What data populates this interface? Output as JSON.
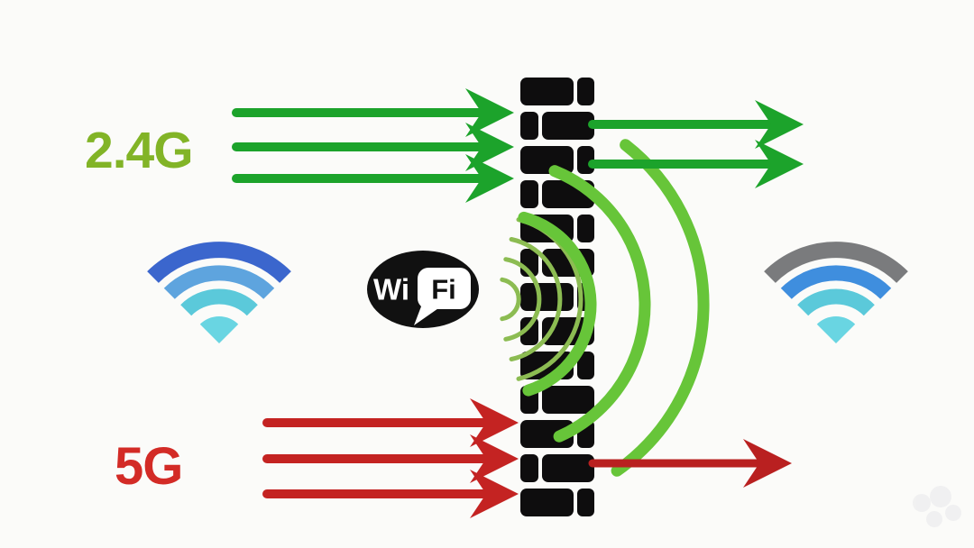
{
  "figure": {
    "description": "Diagram comparing 2.4G and 5G WiFi signals penetrating a brick wall: three 2.4G green arrows hit the wall and two pass through with ripple waves, while three 5G red arrows hit the wall and only one passes through"
  },
  "labels": {
    "band_24g": "2.4G",
    "band_5g": "5G"
  },
  "wifi_logo": {
    "wi": "Wi",
    "fi": "Fi"
  },
  "arrows": {
    "green_incoming": 3,
    "green_outgoing": 2,
    "red_incoming": 3,
    "red_outgoing": 1
  },
  "wifi_icons": {
    "left": {
      "bars": 4,
      "state": "strong"
    },
    "right": {
      "bars": 4,
      "state": "weakened-outer-bar-gray"
    }
  },
  "colors": {
    "background": "#fbfbf9",
    "label_24g": "#82b427",
    "label_5g": "#d32b26",
    "green_arrow": "#1ca32b",
    "red_arrow": "#c42322",
    "red_arrow_through": "#b92020",
    "wave_thick": "#67c539",
    "wave_thin": "#8cbc52",
    "brick": "#0e0d0e",
    "logo_black": "#111111",
    "logo_white": "#ffffff",
    "wifi_blue_outer": "#3b66cd",
    "wifi_blue_mid_left": "#5ea4de",
    "wifi_blue_mid_right": "#3f8ede",
    "wifi_cyan": "#5bc9da",
    "wifi_cyan_light": "#69d5e2",
    "wifi_gray": "#7a7b7d",
    "watermark_gray": "#ececee"
  }
}
